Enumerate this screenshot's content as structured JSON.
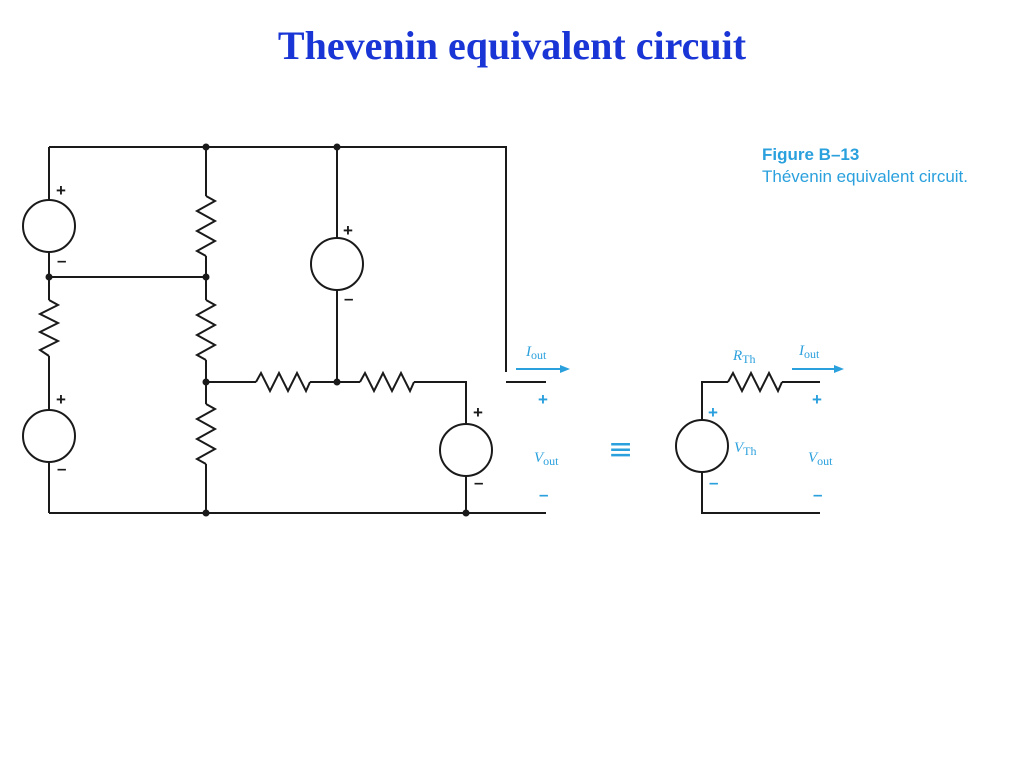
{
  "title": "Thevenin equivalent circuit",
  "caption": {
    "figure_number": "Figure  B–13",
    "text": "Thévenin equivalent circuit."
  },
  "labels": {
    "plus": "+",
    "minus": "–",
    "current": "I",
    "voltage": "V",
    "resistance": "R",
    "out_sub": "out",
    "th_sub": "Th",
    "equivalent": "≡"
  },
  "colors": {
    "title": "#1a35d6",
    "accent": "#2aa0dd",
    "wire": "#1a1a1a"
  }
}
